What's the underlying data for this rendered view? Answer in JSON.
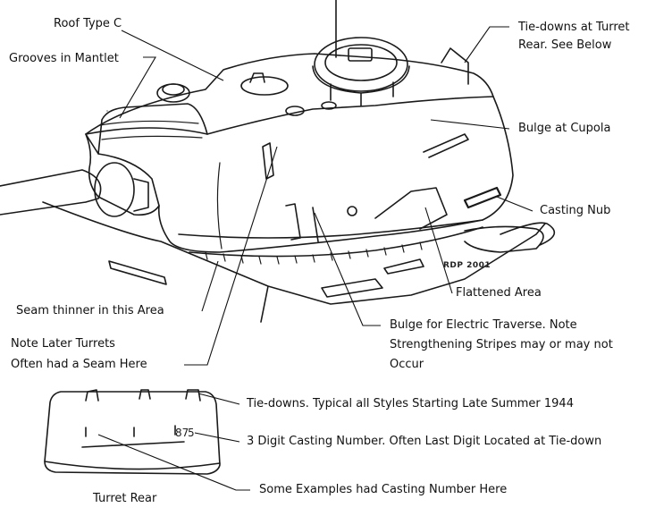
{
  "labels": {
    "roof_type": "Roof Type C",
    "grooves": "Grooves in Mantlet",
    "tie_downs_turret_rear_1": "Tie-downs at Turret",
    "tie_downs_turret_rear_2": "Rear. See Below",
    "bulge_cupola": "Bulge at Cupola",
    "casting_nub": "Casting Nub",
    "flattened_area": "Flattened Area",
    "seam_thinner": "Seam thinner in this Area",
    "note_later_1": "Note Later Turrets",
    "note_later_2": "Often had a Seam Here",
    "bulge_electric_1": "Bulge for Electric Traverse. Note",
    "bulge_electric_2": "Strengthening Stripes may or may not",
    "bulge_electric_3": "Occur",
    "tie_downs_typical": "Tie-downs. Typical all Styles Starting Late Summer 1944",
    "casting_number_3digit": "3 Digit Casting Number. Often Last Digit Located at Tie-down",
    "casting_number_here": "Some Examples had Casting Number Here",
    "turret_rear_caption": "Turret Rear"
  },
  "signature": "RDP 2001",
  "casting_digits": "87",
  "casting_digit_last": "5"
}
